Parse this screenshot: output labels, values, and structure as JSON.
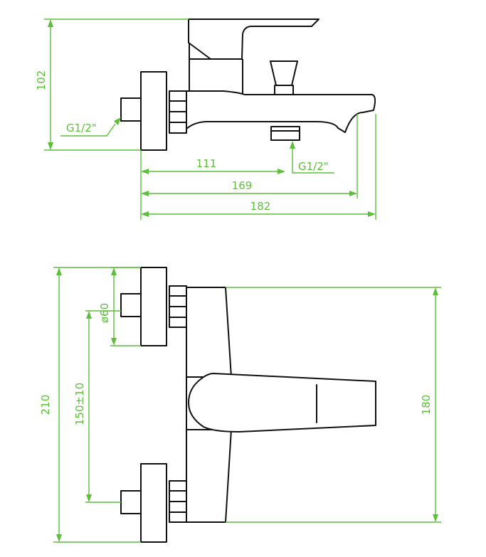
{
  "side_view": {
    "height": "102",
    "inlet_thread": "G1/2\"",
    "outlet_thread": "G1/2\"",
    "dim_outlet": "111",
    "dim_spout": "169",
    "dim_total": "182"
  },
  "front_view": {
    "dim_total_height": "210",
    "dim_center_spacing": "150±10",
    "dim_flange_diameter": "ø60",
    "dim_body_height": "180"
  },
  "colors": {
    "dimension": "#5cbf3a",
    "outline": "#111111"
  }
}
